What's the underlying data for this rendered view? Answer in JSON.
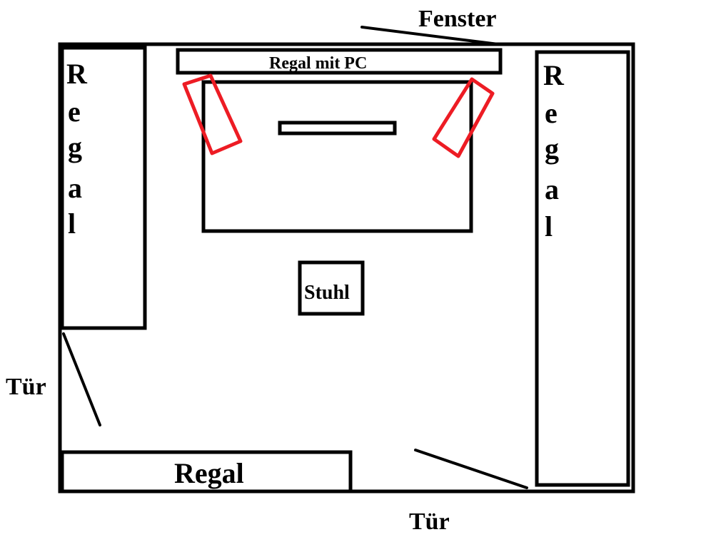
{
  "diagram": {
    "type": "room floor plan",
    "colors": {
      "line": "#000000",
      "speaker": "#ed1c24",
      "background": "#ffffff"
    },
    "labels": {
      "window": "Fenster",
      "shelf_with_pc": "Regal mit PC",
      "left_shelf_letters": [
        "R",
        "e",
        "g",
        "a",
        "l"
      ],
      "right_shelf_letters": [
        "R",
        "e",
        "g",
        "a",
        "l"
      ],
      "bottom_shelf": "Regal",
      "chair": "Stuhl",
      "door_left": "Tür",
      "door_bottom": "Tür"
    },
    "elements": [
      {
        "id": "outer-wall",
        "kind": "room-wall"
      },
      {
        "id": "shelf-left",
        "kind": "shelf",
        "label": "Regal"
      },
      {
        "id": "shelf-right",
        "kind": "shelf",
        "label": "Regal"
      },
      {
        "id": "shelf-bottom",
        "kind": "shelf",
        "label": "Regal"
      },
      {
        "id": "shelf-pc",
        "kind": "shelf",
        "label": "Regal mit PC"
      },
      {
        "id": "desk",
        "kind": "desk"
      },
      {
        "id": "keyboard",
        "kind": "keyboard"
      },
      {
        "id": "speaker-left",
        "kind": "speaker",
        "color": "red"
      },
      {
        "id": "speaker-right",
        "kind": "speaker",
        "color": "red"
      },
      {
        "id": "chair",
        "kind": "chair",
        "label": "Stuhl"
      },
      {
        "id": "window-line",
        "kind": "window",
        "label": "Fenster"
      },
      {
        "id": "door-left-swing",
        "kind": "door",
        "label": "Tür"
      },
      {
        "id": "door-bottom-swing",
        "kind": "door",
        "label": "Tür"
      }
    ]
  }
}
